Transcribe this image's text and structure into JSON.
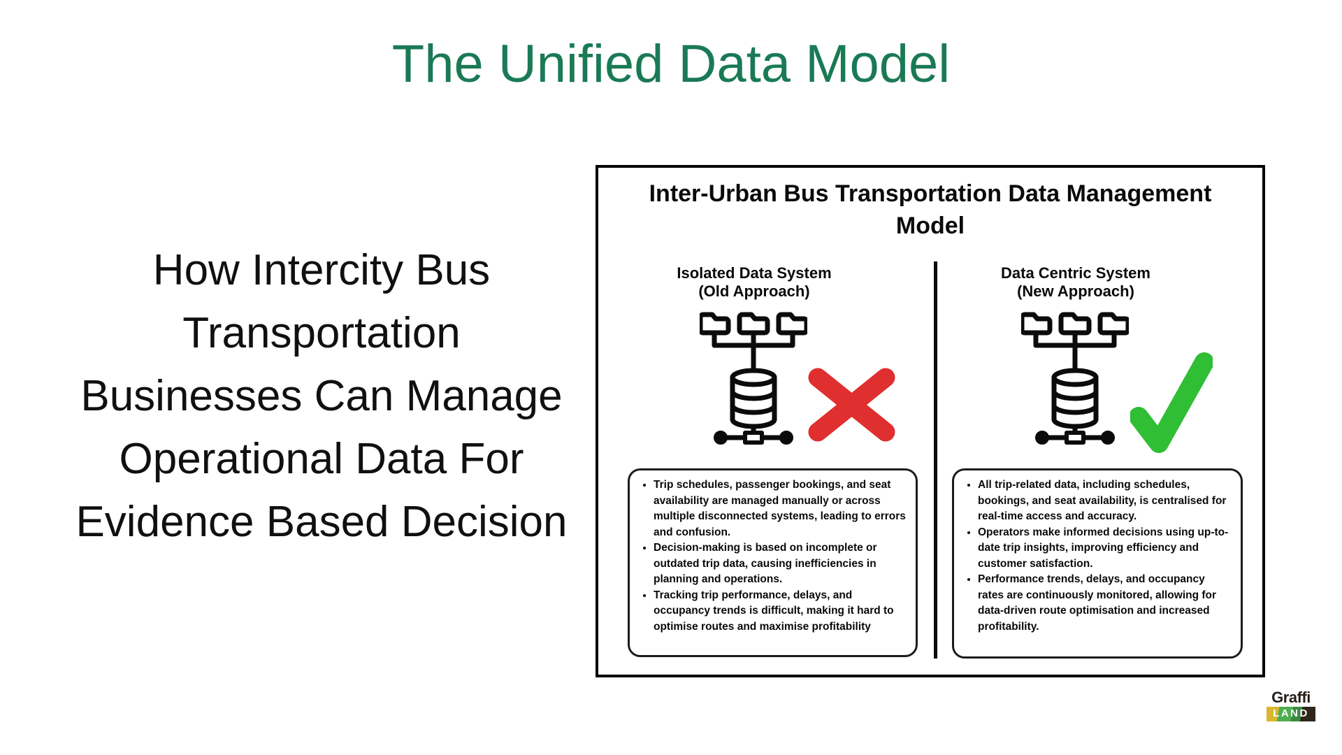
{
  "slide": {
    "title": "The Unified Data Model",
    "intro_lines": [
      "How Intercity Bus",
      "Transportation",
      "Businesses Can Manage",
      "Operational Data For",
      "Evidence Based Decision"
    ]
  },
  "model": {
    "title": "Inter-Urban Bus Transportation Data Management Model",
    "columns": {
      "old": {
        "heading": "Isolated Data System",
        "subheading": "(Old Approach)",
        "icon": "folders-database-network-icon",
        "mark": "cross-icon",
        "bullets": [
          "Trip schedules, passenger bookings, and seat availability are managed manually or across multiple disconnected systems, leading to errors and confusion.",
          "Decision-making is based on incomplete or outdated trip data, causing inefficiencies in planning and operations.",
          "Tracking trip performance, delays, and occupancy trends is difficult, making it hard to optimise routes and maximise profitability"
        ]
      },
      "new": {
        "heading": "Data Centric System",
        "subheading": "(New Approach)",
        "icon": "folders-database-network-icon",
        "mark": "check-icon",
        "bullets": [
          "All trip-related data, including schedules, bookings, and seat availability, is centralised for real-time access and accuracy.",
          "Operators make informed decisions using up-to-date trip insights, improving efficiency and customer satisfaction.",
          "Performance trends, delays, and occupancy rates are continuously monitored, allowing for data-driven route optimisation and increased profitability."
        ]
      }
    }
  },
  "logo": {
    "line1": "Graffi",
    "line2": "LAND"
  },
  "colors": {
    "title_green": "#1a7a55",
    "cross_red": "#e02f2f",
    "check_green": "#2fbe34",
    "ink": "#0a0a0a"
  }
}
